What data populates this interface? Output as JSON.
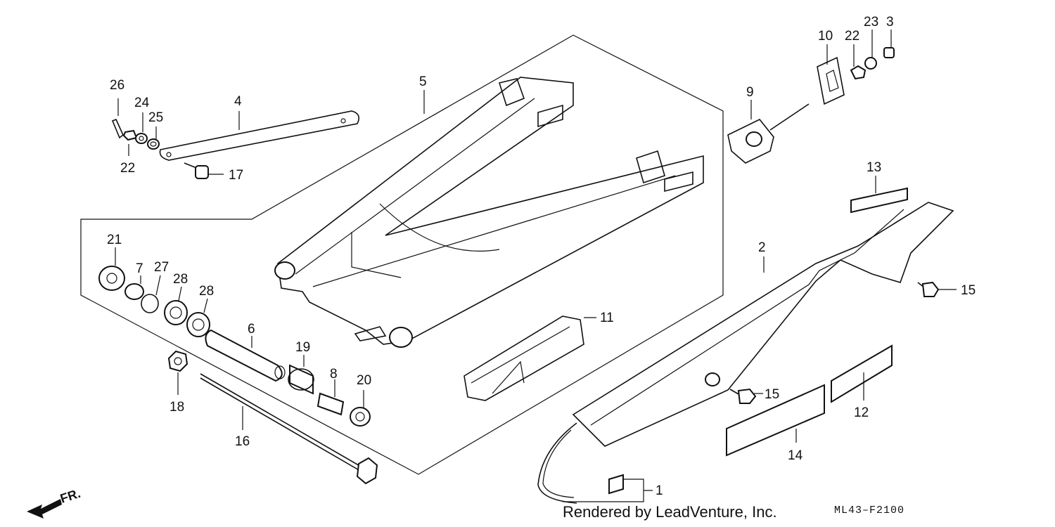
{
  "callouts": [
    "1",
    "2",
    "3",
    "4",
    "5",
    "6",
    "7",
    "8",
    "9",
    "10",
    "11",
    "12",
    "13",
    "14",
    "15",
    "15",
    "16",
    "17",
    "18",
    "19",
    "20",
    "21",
    "22",
    "22",
    "23",
    "24",
    "25",
    "26",
    "27",
    "28",
    "28"
  ],
  "direction_marker": "FR.",
  "footer": {
    "credit": "Rendered by LeadVenture, Inc.",
    "diagram_code": "ML43–F2100"
  }
}
